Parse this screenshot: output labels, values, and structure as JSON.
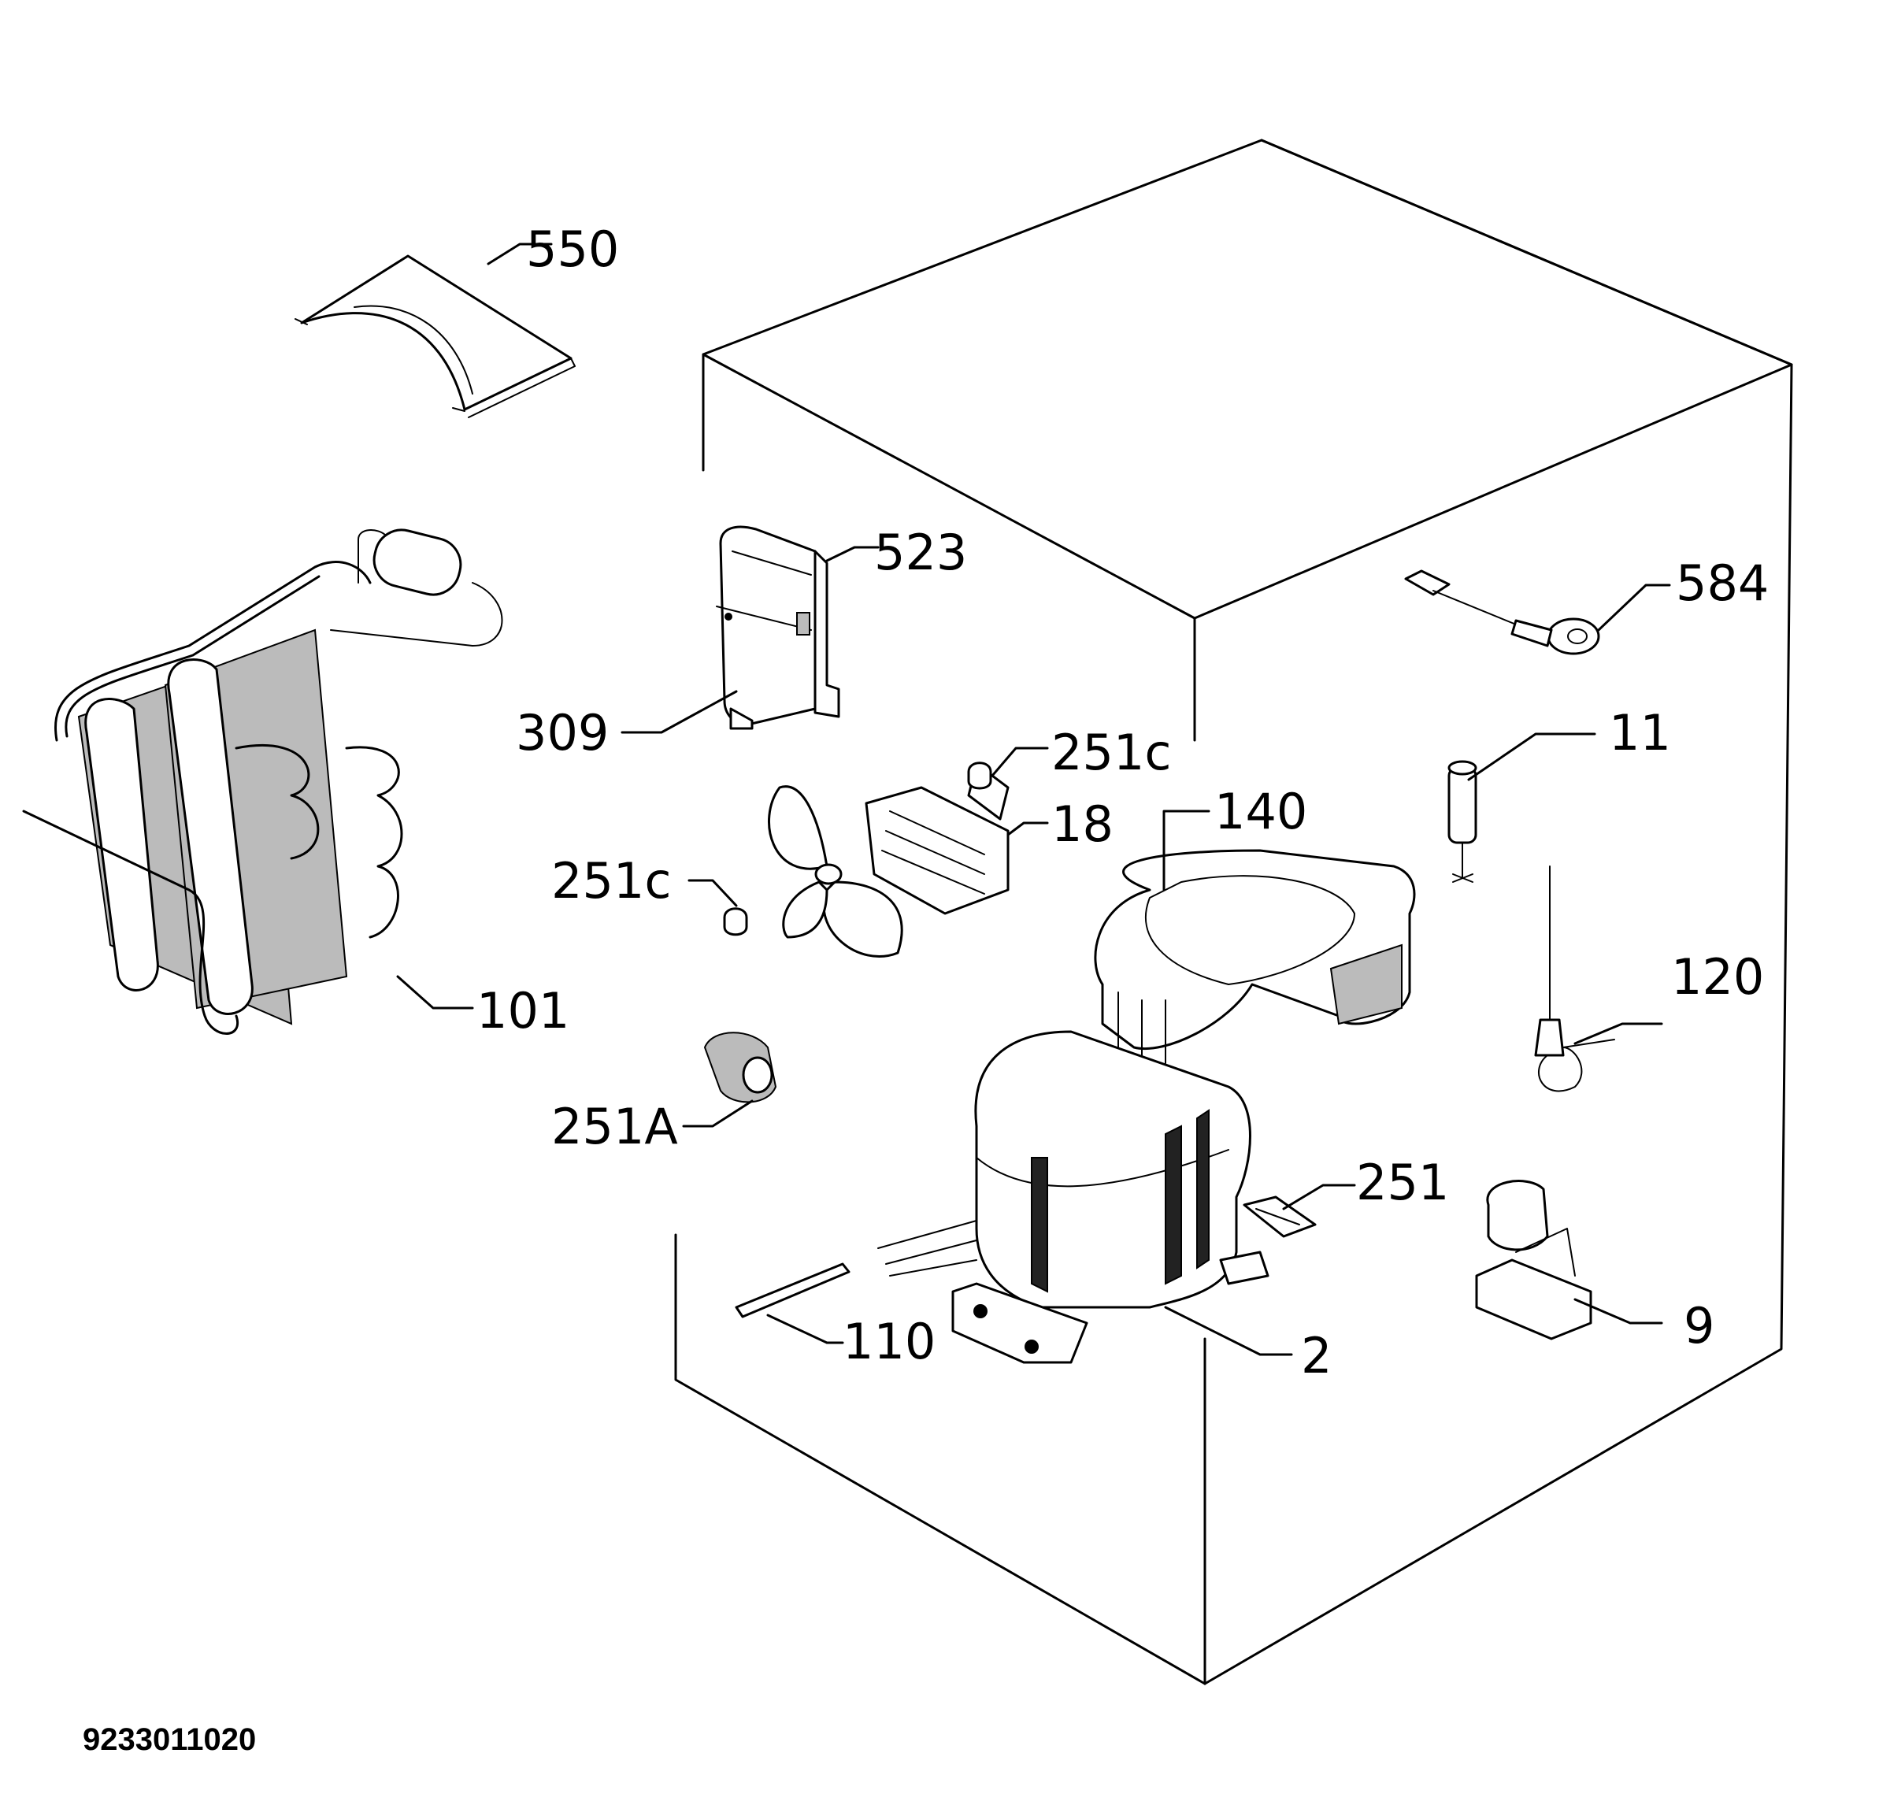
{
  "document_number": "9233011020",
  "callouts": {
    "c550": "550",
    "c523": "523",
    "c309": "309",
    "c584": "584",
    "c251c_top": "251c",
    "c18": "18",
    "c140": "140",
    "c11": "11",
    "c251c_left": "251c",
    "c101": "101",
    "c120": "120",
    "c251A": "251A",
    "c251": "251",
    "c110": "110",
    "c2": "2",
    "c9": "9"
  }
}
